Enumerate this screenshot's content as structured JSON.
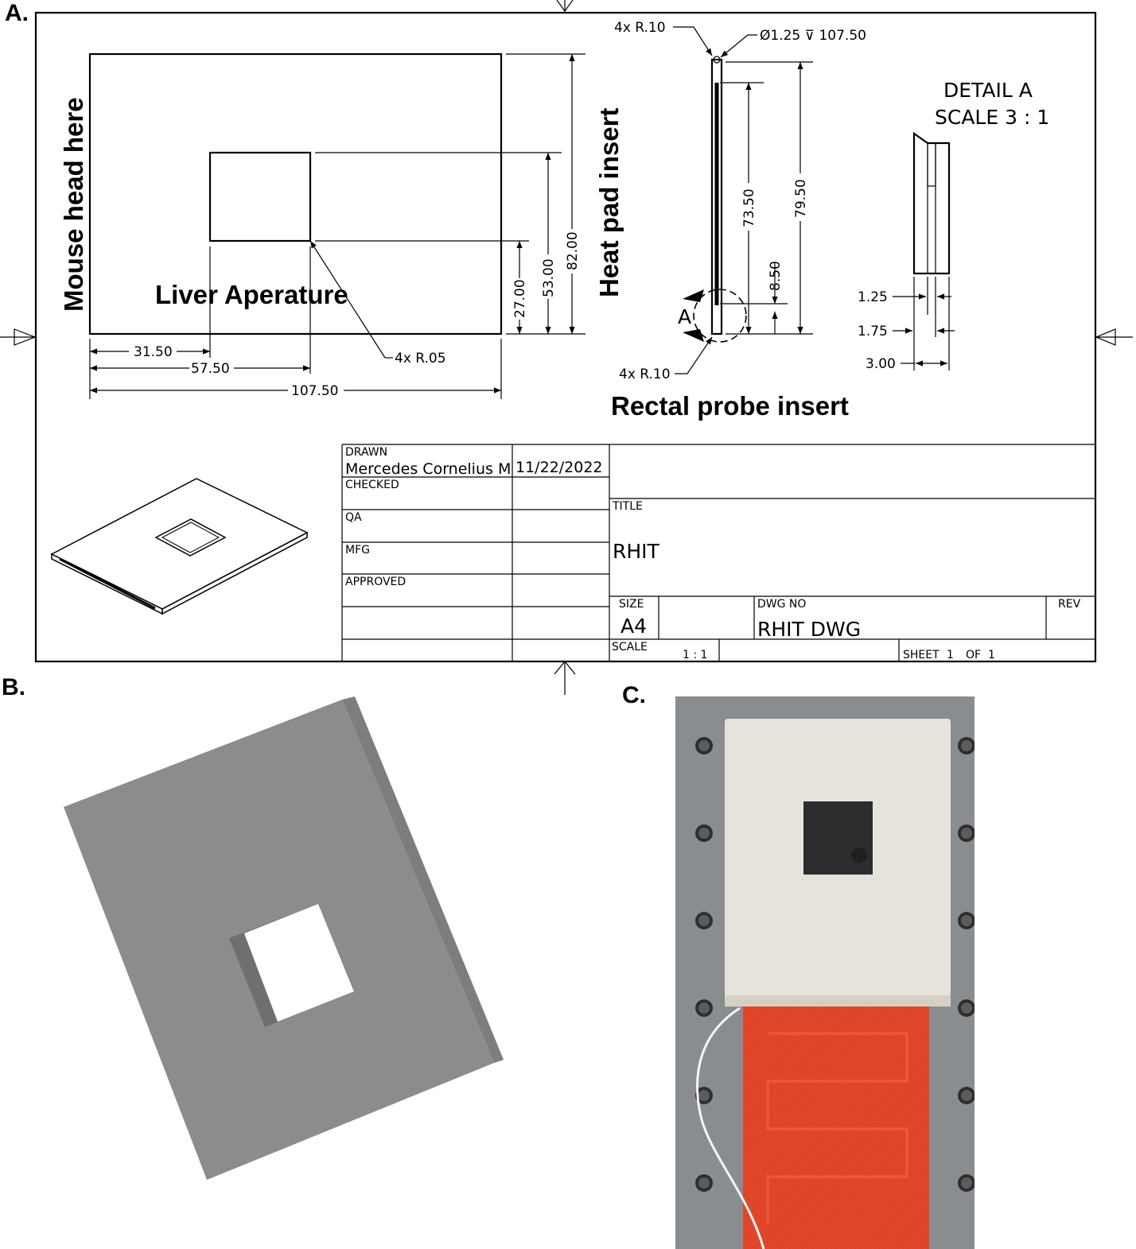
{
  "panels": {
    "a": "A.",
    "b": "B.",
    "c": "C."
  },
  "drawing": {
    "labels": {
      "mouse_head": "Mouse head here",
      "liver_aperture": "Liver Aperature",
      "heat_pad": "Heat pad insert",
      "rectal_probe": "Rectal probe insert"
    },
    "dimensions": {
      "d31_50": "31.50",
      "d57_50": "57.50",
      "d107_50": "107.50",
      "d27_00": "27.00",
      "d53_00": "53.00",
      "d82_00": "82.00",
      "radius_05": "4x R.05",
      "radius_10_top": "4x R.10",
      "hole": "Ø1.25 ⊽ 107.50",
      "radius_10_bottom": "4x R.10",
      "d73_50": "73.50",
      "d79_50": "79.50",
      "d8_50": "8.50",
      "detail_marker": "A",
      "d1_25": "1.25",
      "d1_75": "1.75",
      "d3_00": "3.00"
    },
    "detail": {
      "title": "DETAIL  A",
      "scale": "SCALE 3 : 1"
    }
  },
  "title_block": {
    "drawn_label": "DRAWN",
    "drawn_name": "Mercedes Cornelius M",
    "drawn_date": "11/22/2022",
    "checked_label": "CHECKED",
    "qa_label": "QA",
    "mfg_label": "MFG",
    "approved_label": "APPROVED",
    "title_label": "TITLE",
    "title_value": "RHIT",
    "size_label": "SIZE",
    "size_value": "A4",
    "dwg_no_label": "DWG NO",
    "dwg_no_value": "RHIT DWG",
    "rev_label": "REV",
    "scale_label": "SCALE",
    "scale_value": "1 : 1",
    "sheet_label": "SHEET",
    "sheet_value": "1",
    "of_label": "OF",
    "of_value": "1"
  },
  "colors": {
    "render_gray": "#8c8c8c",
    "printed_plate": "#e6e4da",
    "heat_pad": "#e2472a",
    "bench_background": "#8a8d90"
  }
}
